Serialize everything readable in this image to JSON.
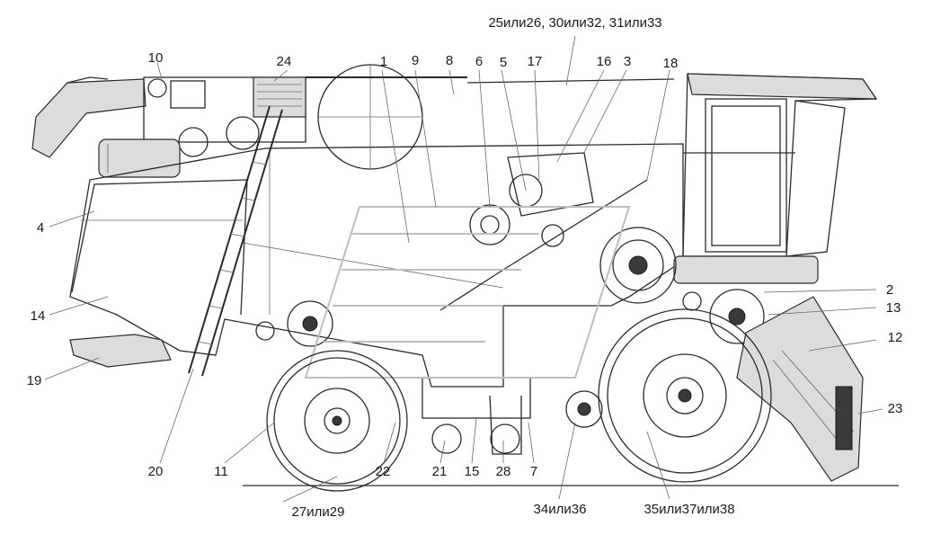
{
  "labels": {
    "l1": "1",
    "l2": "2",
    "l3": "3",
    "l4": "4",
    "l5": "5",
    "l6": "6",
    "l7": "7",
    "l8": "8",
    "l9": "9",
    "l10": "10",
    "l11": "11",
    "l12": "12",
    "l13": "13",
    "l14": "14",
    "l15": "15",
    "l16": "16",
    "l17": "17",
    "l18": "18",
    "l19": "19",
    "l20": "20",
    "l21": "21",
    "l22": "22",
    "l23": "23",
    "l24": "24",
    "l28": "28",
    "l25_26": "25или26, 30или32, 31или33",
    "l27_29": "27или29",
    "l34_36": "34или36",
    "l35_37_38": "35или37или38"
  }
}
